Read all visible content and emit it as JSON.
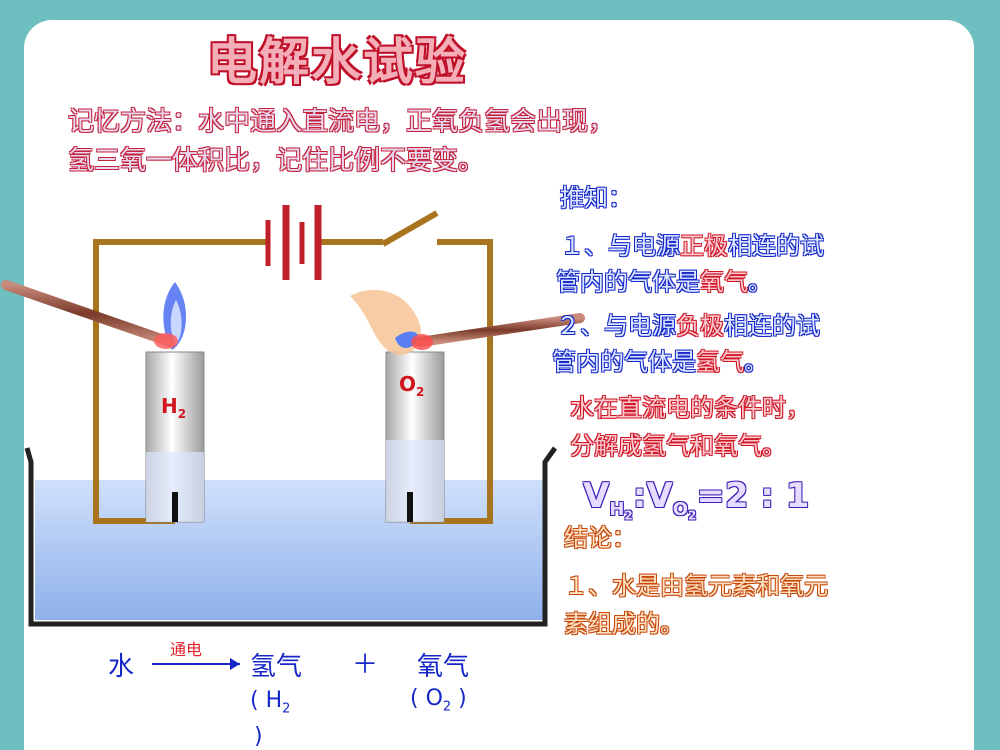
{
  "title": "电解水试验",
  "memory": {
    "line1": "记忆方法：水中通入直流电，正氧负氢会出现，",
    "line2": "氢三氧一体积比，记住比例不要变。"
  },
  "inference": {
    "heading": "推知：",
    "item1": {
      "prefix": "１、与电源",
      "highlight": "正极",
      "middle": "相连的试",
      "line2a": "管内的气体是",
      "line2b": "氧气",
      "line2c": "。"
    },
    "item2": {
      "prefix": "２、与电源",
      "highlight": "负极",
      "middle": "相连的试",
      "line2a": "管内的气体是",
      "line2b": "氢气",
      "line2c": "。"
    },
    "summary1": "水在直流电的条件时，",
    "summary2": "分解成氢气和氧气。"
  },
  "ratio": {
    "v1": "V",
    "s1": "H",
    "n1": "2",
    "colon": ":",
    "v2": "V",
    "s2": "O",
    "n2": "2",
    "tail": "=2 : 1"
  },
  "conclusion": {
    "heading": "结论：",
    "line1": "１、水是由氢元素和氧元",
    "line2": "素组成的。"
  },
  "tubes": {
    "left_label": "H",
    "left_sub": "2",
    "right_label": "O",
    "right_sub": "2"
  },
  "equation": {
    "reactant": "水",
    "condition": "通电",
    "product1": "氢气",
    "plus": "＋",
    "product2": "氧气",
    "p1_formula_open": "( H",
    "p1_formula_sub": "2",
    "p1_formula_close": ")",
    "p2_formula_open": "( O",
    "p2_formula_sub": "2",
    "p2_formula_close": " )"
  },
  "colors": {
    "background": "#6fbfc0",
    "wire": "#a8741e",
    "water": "#b8cdf2",
    "title_outline": "#c0102a",
    "blue_text": "#1727c8",
    "red_text": "#d01525"
  }
}
